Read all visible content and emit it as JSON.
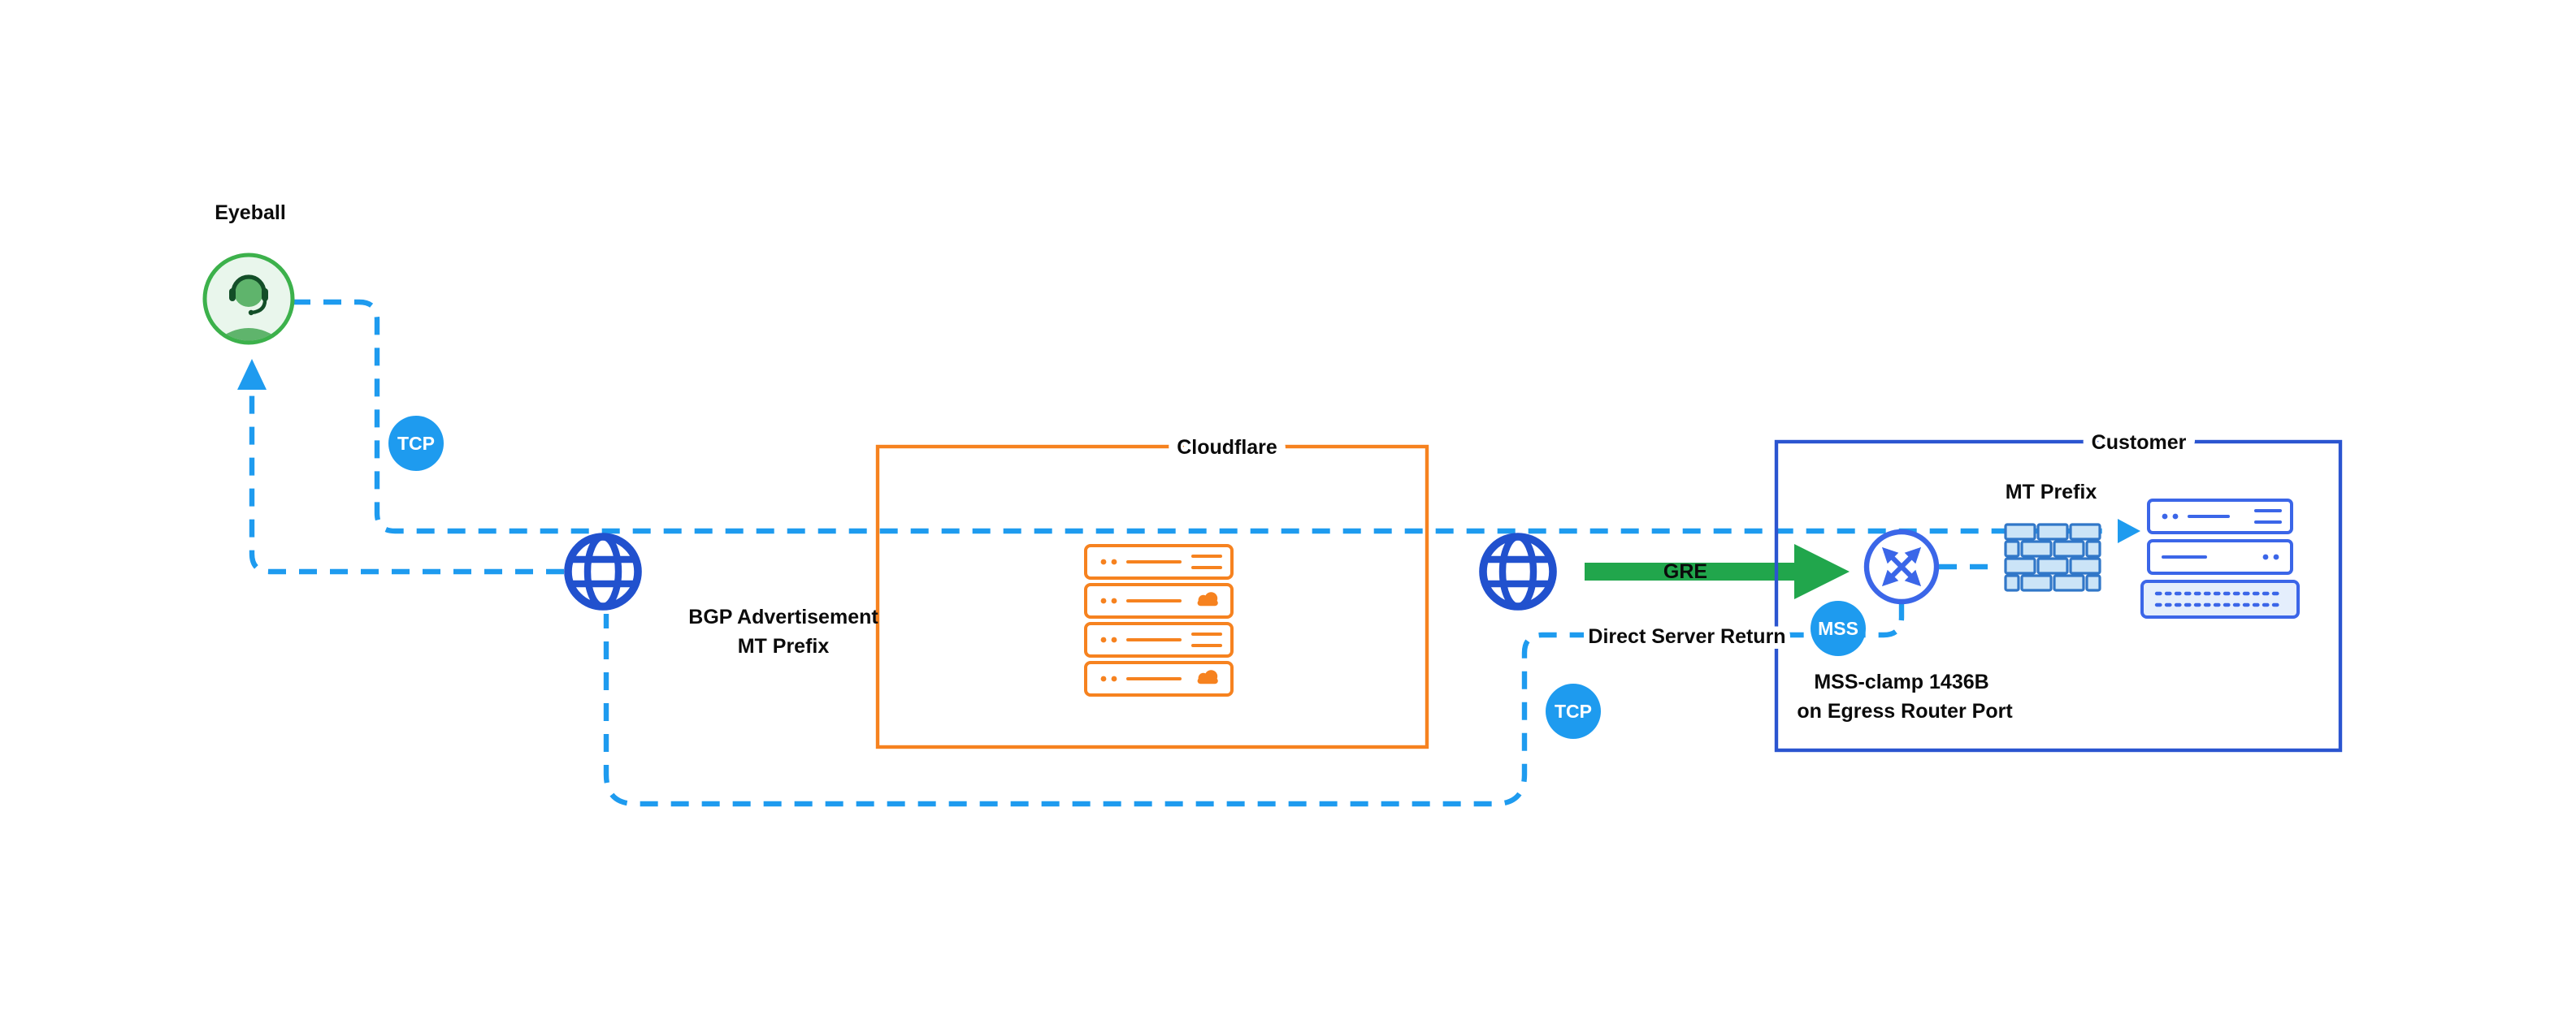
{
  "labels": {
    "eyeball": "Eyeball",
    "tcp_upper": "TCP",
    "tcp_lower": "TCP",
    "mss_badge": "MSS",
    "bgp_advertisement": "BGP Advertisement",
    "bgp_mt_prefix": "MT Prefix",
    "cloudflare": "Cloudflare",
    "customer": "Customer",
    "gre": "GRE",
    "direct_server_return": "Direct Server Return",
    "customer_mt_prefix": "MT Prefix",
    "mss_clamp_line1": "MSS-clamp 1436B",
    "mss_clamp_line2": "on Egress Router Port"
  },
  "colors": {
    "flow_dashed_blue": "#1E9BEF",
    "badge_blue": "#1E9BEF",
    "globe_blue": "#2151CE",
    "device_blue": "#3B66E8",
    "customer_border_blue": "#2B55D0",
    "cloudflare_orange": "#F6821F",
    "gre_green": "#21A64C",
    "eyeball_green": "#3CB14B",
    "firewall_brick_fill": "#CBE4F7",
    "firewall_brick_stroke": "#3177C8",
    "text": "#0B0B0B",
    "background": "#FFFFFF"
  },
  "icons": {
    "eyeball": "person-headset-icon",
    "internet_left": "globe-icon",
    "internet_right": "globe-icon",
    "cloudflare_servers": "server-stack-icon",
    "router": "router-icon",
    "firewall": "firewall-icon",
    "customer_servers": "server-stack-icon"
  }
}
